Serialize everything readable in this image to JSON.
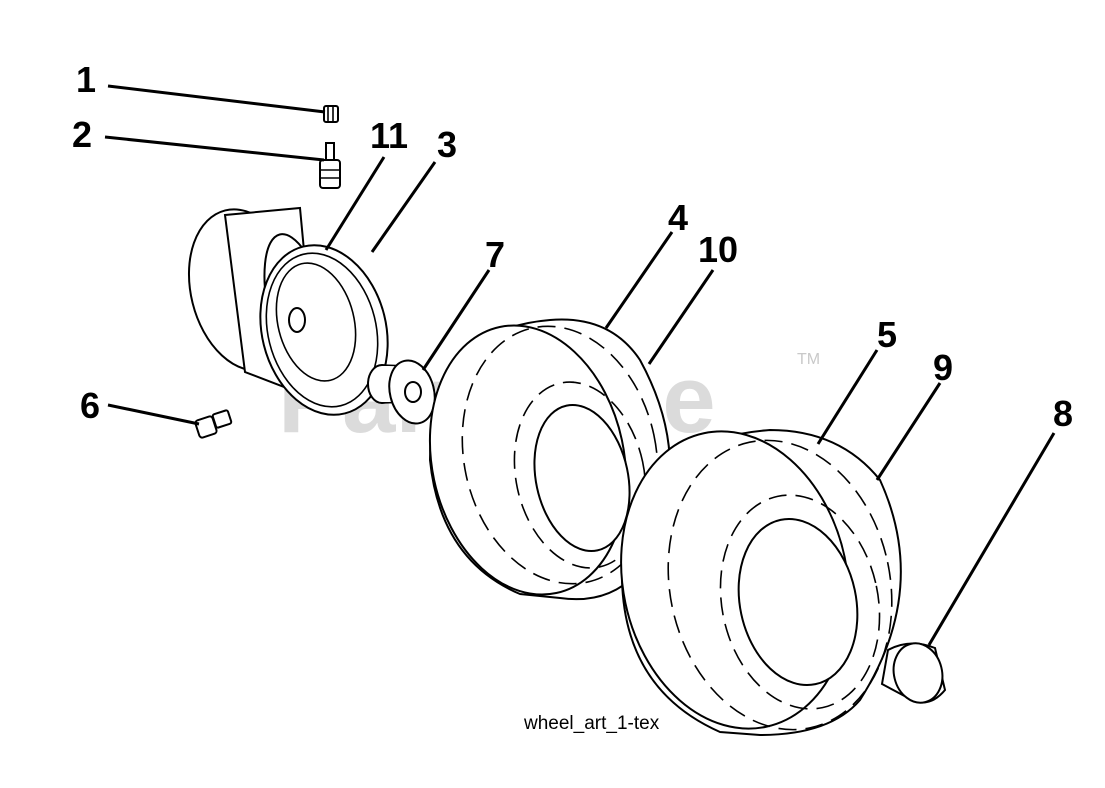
{
  "watermark": {
    "text": "PartsTree",
    "trademark": "TM"
  },
  "caption": "wheel_art_1-tex",
  "callouts": [
    "1",
    "2",
    "11",
    "3",
    "7",
    "4",
    "10",
    "5",
    "9",
    "8",
    "6"
  ],
  "colors": {
    "ink": "#000000",
    "watermark": "#c9c9c9",
    "background": "#ffffff"
  }
}
